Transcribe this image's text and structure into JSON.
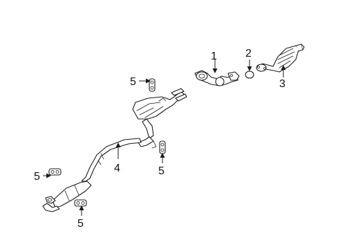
{
  "diagram": {
    "callouts": [
      {
        "id": "c1",
        "label": "1"
      },
      {
        "id": "c2",
        "label": "2"
      },
      {
        "id": "c3",
        "label": "3"
      },
      {
        "id": "c4",
        "label": "4"
      },
      {
        "id": "c5a",
        "label": "5"
      },
      {
        "id": "c5b",
        "label": "5"
      },
      {
        "id": "c5c",
        "label": "5"
      },
      {
        "id": "c5d",
        "label": "5"
      }
    ]
  }
}
